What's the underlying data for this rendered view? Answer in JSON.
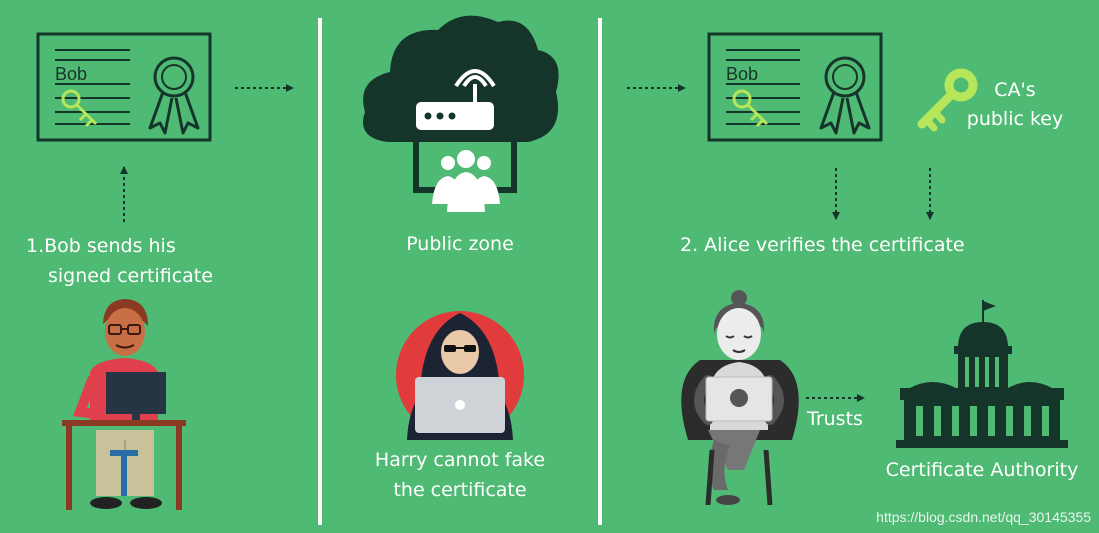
{
  "panels": {
    "sender": {
      "certificate_name": "Bob",
      "caption_line1": "1.Bob sends his",
      "caption_line2": "signed certificate"
    },
    "public": {
      "zone_label": "Public zone",
      "attacker_line1": "Harry cannot fake",
      "attacker_line2": "the certificate"
    },
    "receiver": {
      "certificate_name": "Bob",
      "key_label_line1": "CA's",
      "key_label_line2": "public key",
      "step_label": "2. Alice verifies the certificate",
      "trust_label": "Trusts",
      "authority_label": "Certificate Authority"
    }
  },
  "watermark": "https://blog.csdn.net/qq_30145355",
  "colors": {
    "background": "#4fba74",
    "ink": "#16352a",
    "key": "#b6e65a",
    "attacker_circle": "#e13b3b",
    "divider": "#ffffff"
  }
}
